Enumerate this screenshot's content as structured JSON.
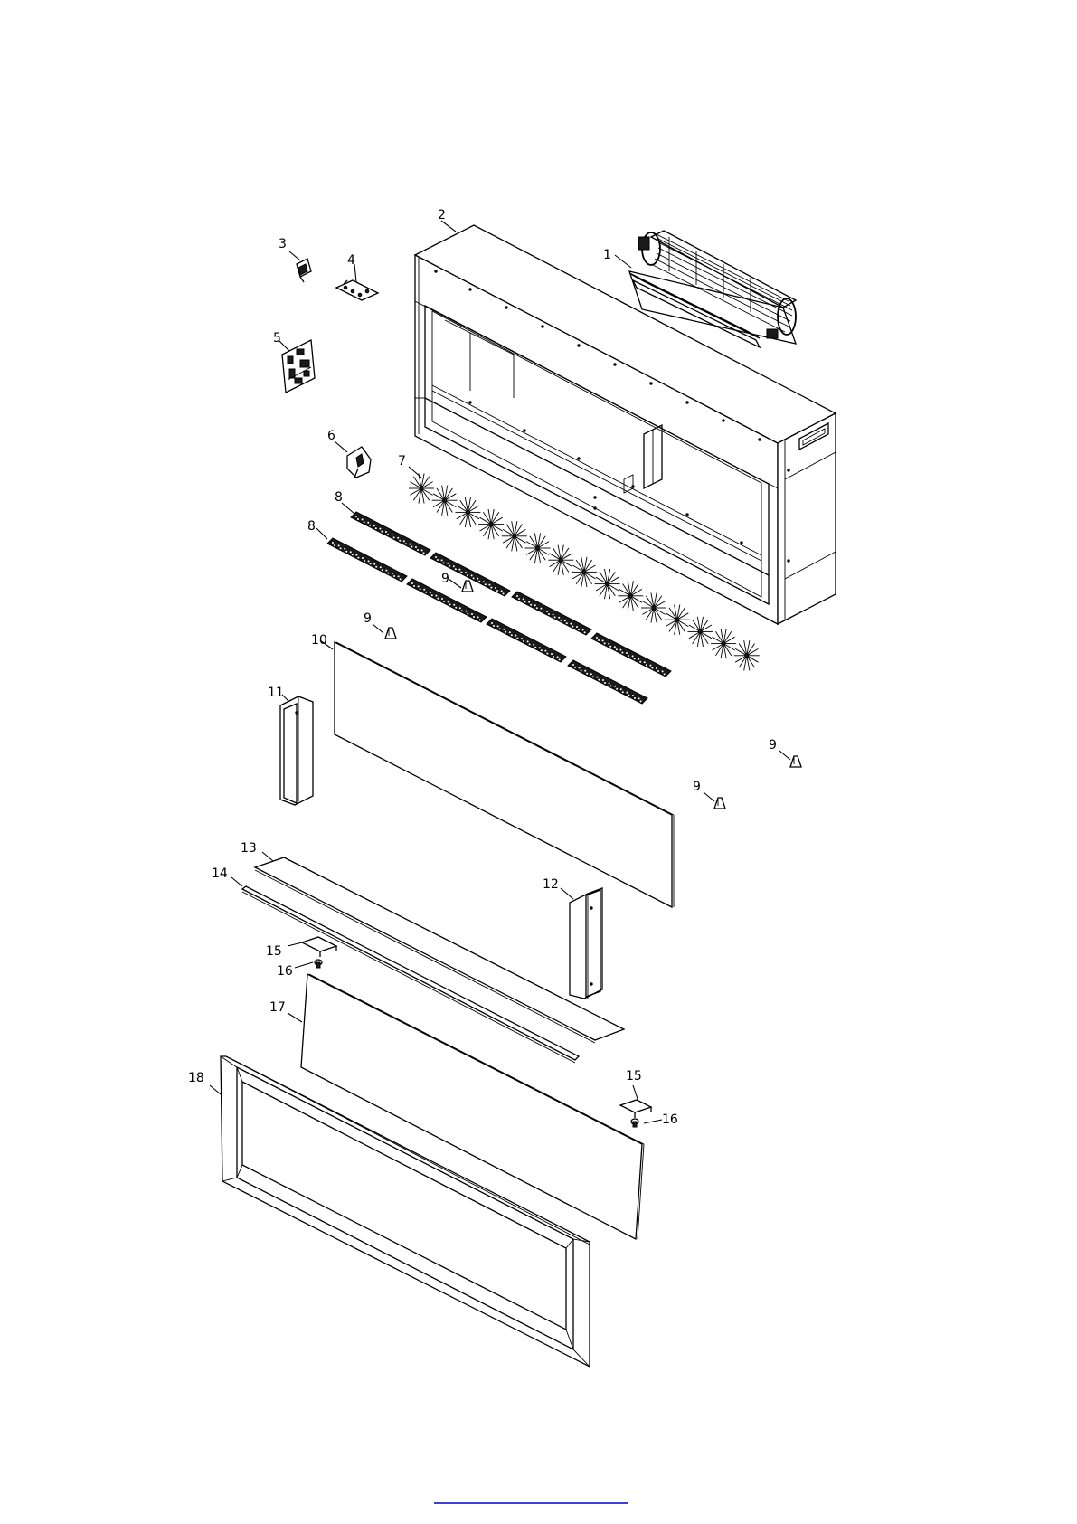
{
  "callouts": [
    {
      "id": "c1",
      "label": "1"
    },
    {
      "id": "c2",
      "label": "2"
    },
    {
      "id": "c3",
      "label": "3"
    },
    {
      "id": "c4",
      "label": "4"
    },
    {
      "id": "c5",
      "label": "5"
    },
    {
      "id": "c6",
      "label": "6"
    },
    {
      "id": "c7",
      "label": "7"
    },
    {
      "id": "c8a",
      "label": "8"
    },
    {
      "id": "c8b",
      "label": "8"
    },
    {
      "id": "c9a",
      "label": "9"
    },
    {
      "id": "c9b",
      "label": "9"
    },
    {
      "id": "c9c",
      "label": "9"
    },
    {
      "id": "c9d",
      "label": "9"
    },
    {
      "id": "c10",
      "label": "10"
    },
    {
      "id": "c11",
      "label": "11"
    },
    {
      "id": "c12",
      "label": "12"
    },
    {
      "id": "c13",
      "label": "13"
    },
    {
      "id": "c14",
      "label": "14"
    },
    {
      "id": "c15a",
      "label": "15"
    },
    {
      "id": "c15b",
      "label": "15"
    },
    {
      "id": "c16a",
      "label": "16"
    },
    {
      "id": "c16b",
      "label": "16"
    },
    {
      "id": "c17",
      "label": "17"
    },
    {
      "id": "c18",
      "label": "18"
    }
  ],
  "colors": {
    "line": "#000000",
    "background": "#ffffff",
    "footer_rule": "#0000cc"
  }
}
